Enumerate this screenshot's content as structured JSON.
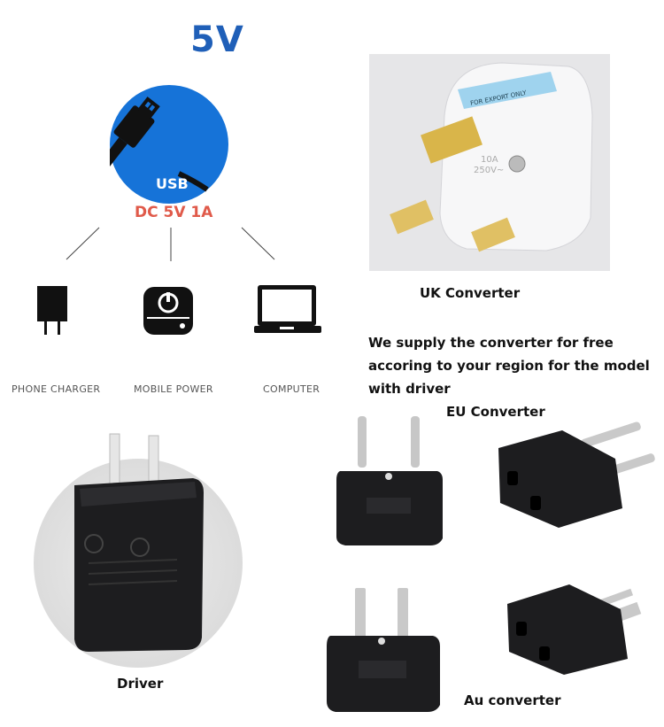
{
  "header": {
    "voltage": "5V",
    "usb_label": "USB",
    "dc_label": "DC 5V 1A"
  },
  "devices": [
    {
      "label": "PHONE CHARGER",
      "icon": "phone-charger-icon"
    },
    {
      "label": "MOBILE POWER",
      "icon": "power-bank-icon"
    },
    {
      "label": "COMPUTER",
      "icon": "laptop-icon"
    }
  ],
  "converters": {
    "uk": "UK Converter",
    "eu": "EU Converter",
    "au": "Au converter",
    "driver": "Driver",
    "note": "We supply the converter for free accoring to your region for the model with driver"
  },
  "uk_sticker": "FOR EXPORT ONLY",
  "uk_rating": [
    "10A",
    "250V~"
  ],
  "colors": {
    "accent_blue": "#1673d8",
    "voltage_blue": "#1f5fb8",
    "dc_red": "#e05a4a",
    "plug_black": "#1d1d1f",
    "pin_brass": "#d9b54a"
  }
}
